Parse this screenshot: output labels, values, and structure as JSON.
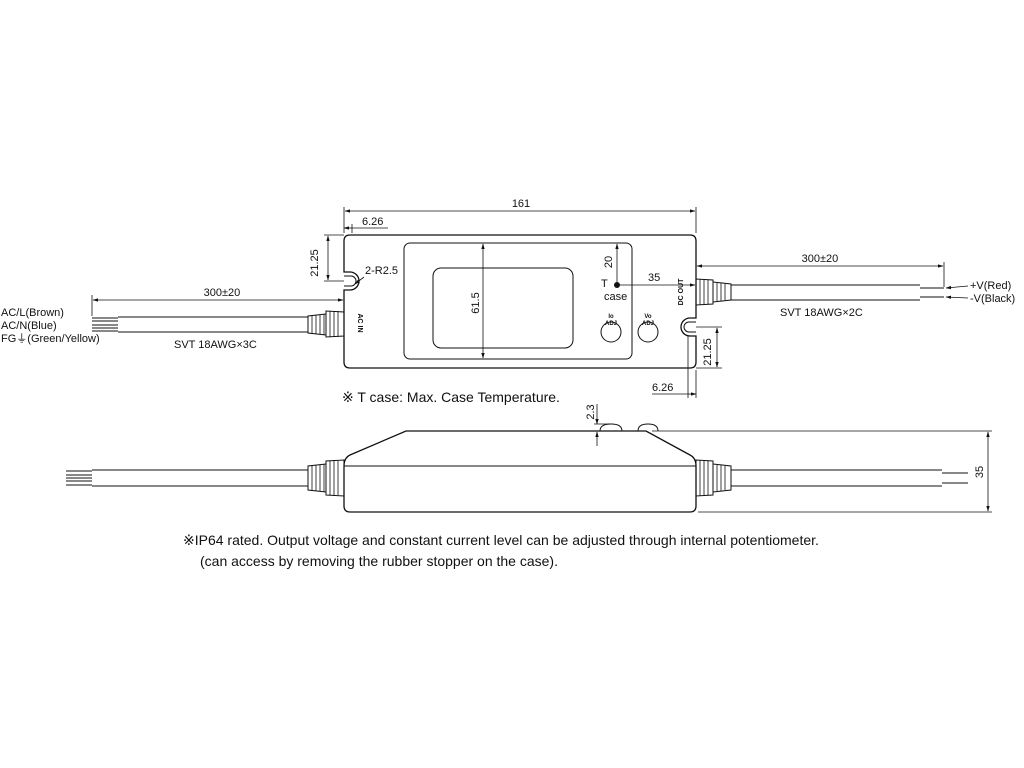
{
  "top_view": {
    "dim_overall_width": "161",
    "dim_hole_offset_left": "6.26",
    "dim_hole_height_left": "21.25",
    "dim_hole_radius": "2-R2.5",
    "dim_height": "61.5",
    "dim_tcase_vertical": "20",
    "dim_tcase_horizontal": "35",
    "tcase_label_line1": "T",
    "tcase_label_line2": "case",
    "dim_hole_height_right": "21.25",
    "dim_hole_offset_right": "6.26",
    "ac_in_label": "AC IN",
    "dc_out_label": "DC OUT",
    "io_adj_line1": "Io",
    "io_adj_line2": "ADJ",
    "vo_adj_line1": "Vo",
    "vo_adj_line2": "ADJ"
  },
  "input_cable": {
    "length": "300±20",
    "wire_l": "AC/L(Brown)",
    "wire_n": "AC/N(Blue)",
    "wire_fg": "FG⏚(Green/Yellow)",
    "spec": "SVT 18AWG×3C"
  },
  "output_cable": {
    "length": "300±20",
    "wire_pos": "+V(Red)",
    "wire_neg": "-V(Black)",
    "spec": "SVT 18AWG×2C"
  },
  "side_view": {
    "dim_stopper": "2.3",
    "dim_thickness": "35"
  },
  "notes": {
    "tcase_note": "※ T case: Max. Case Temperature.",
    "ip64_note_line1": "※IP64 rated. Output voltage and constant current level can be adjusted through internal potentiometer.",
    "ip64_note_line2": "(can access by removing the rubber stopper on the case)."
  }
}
